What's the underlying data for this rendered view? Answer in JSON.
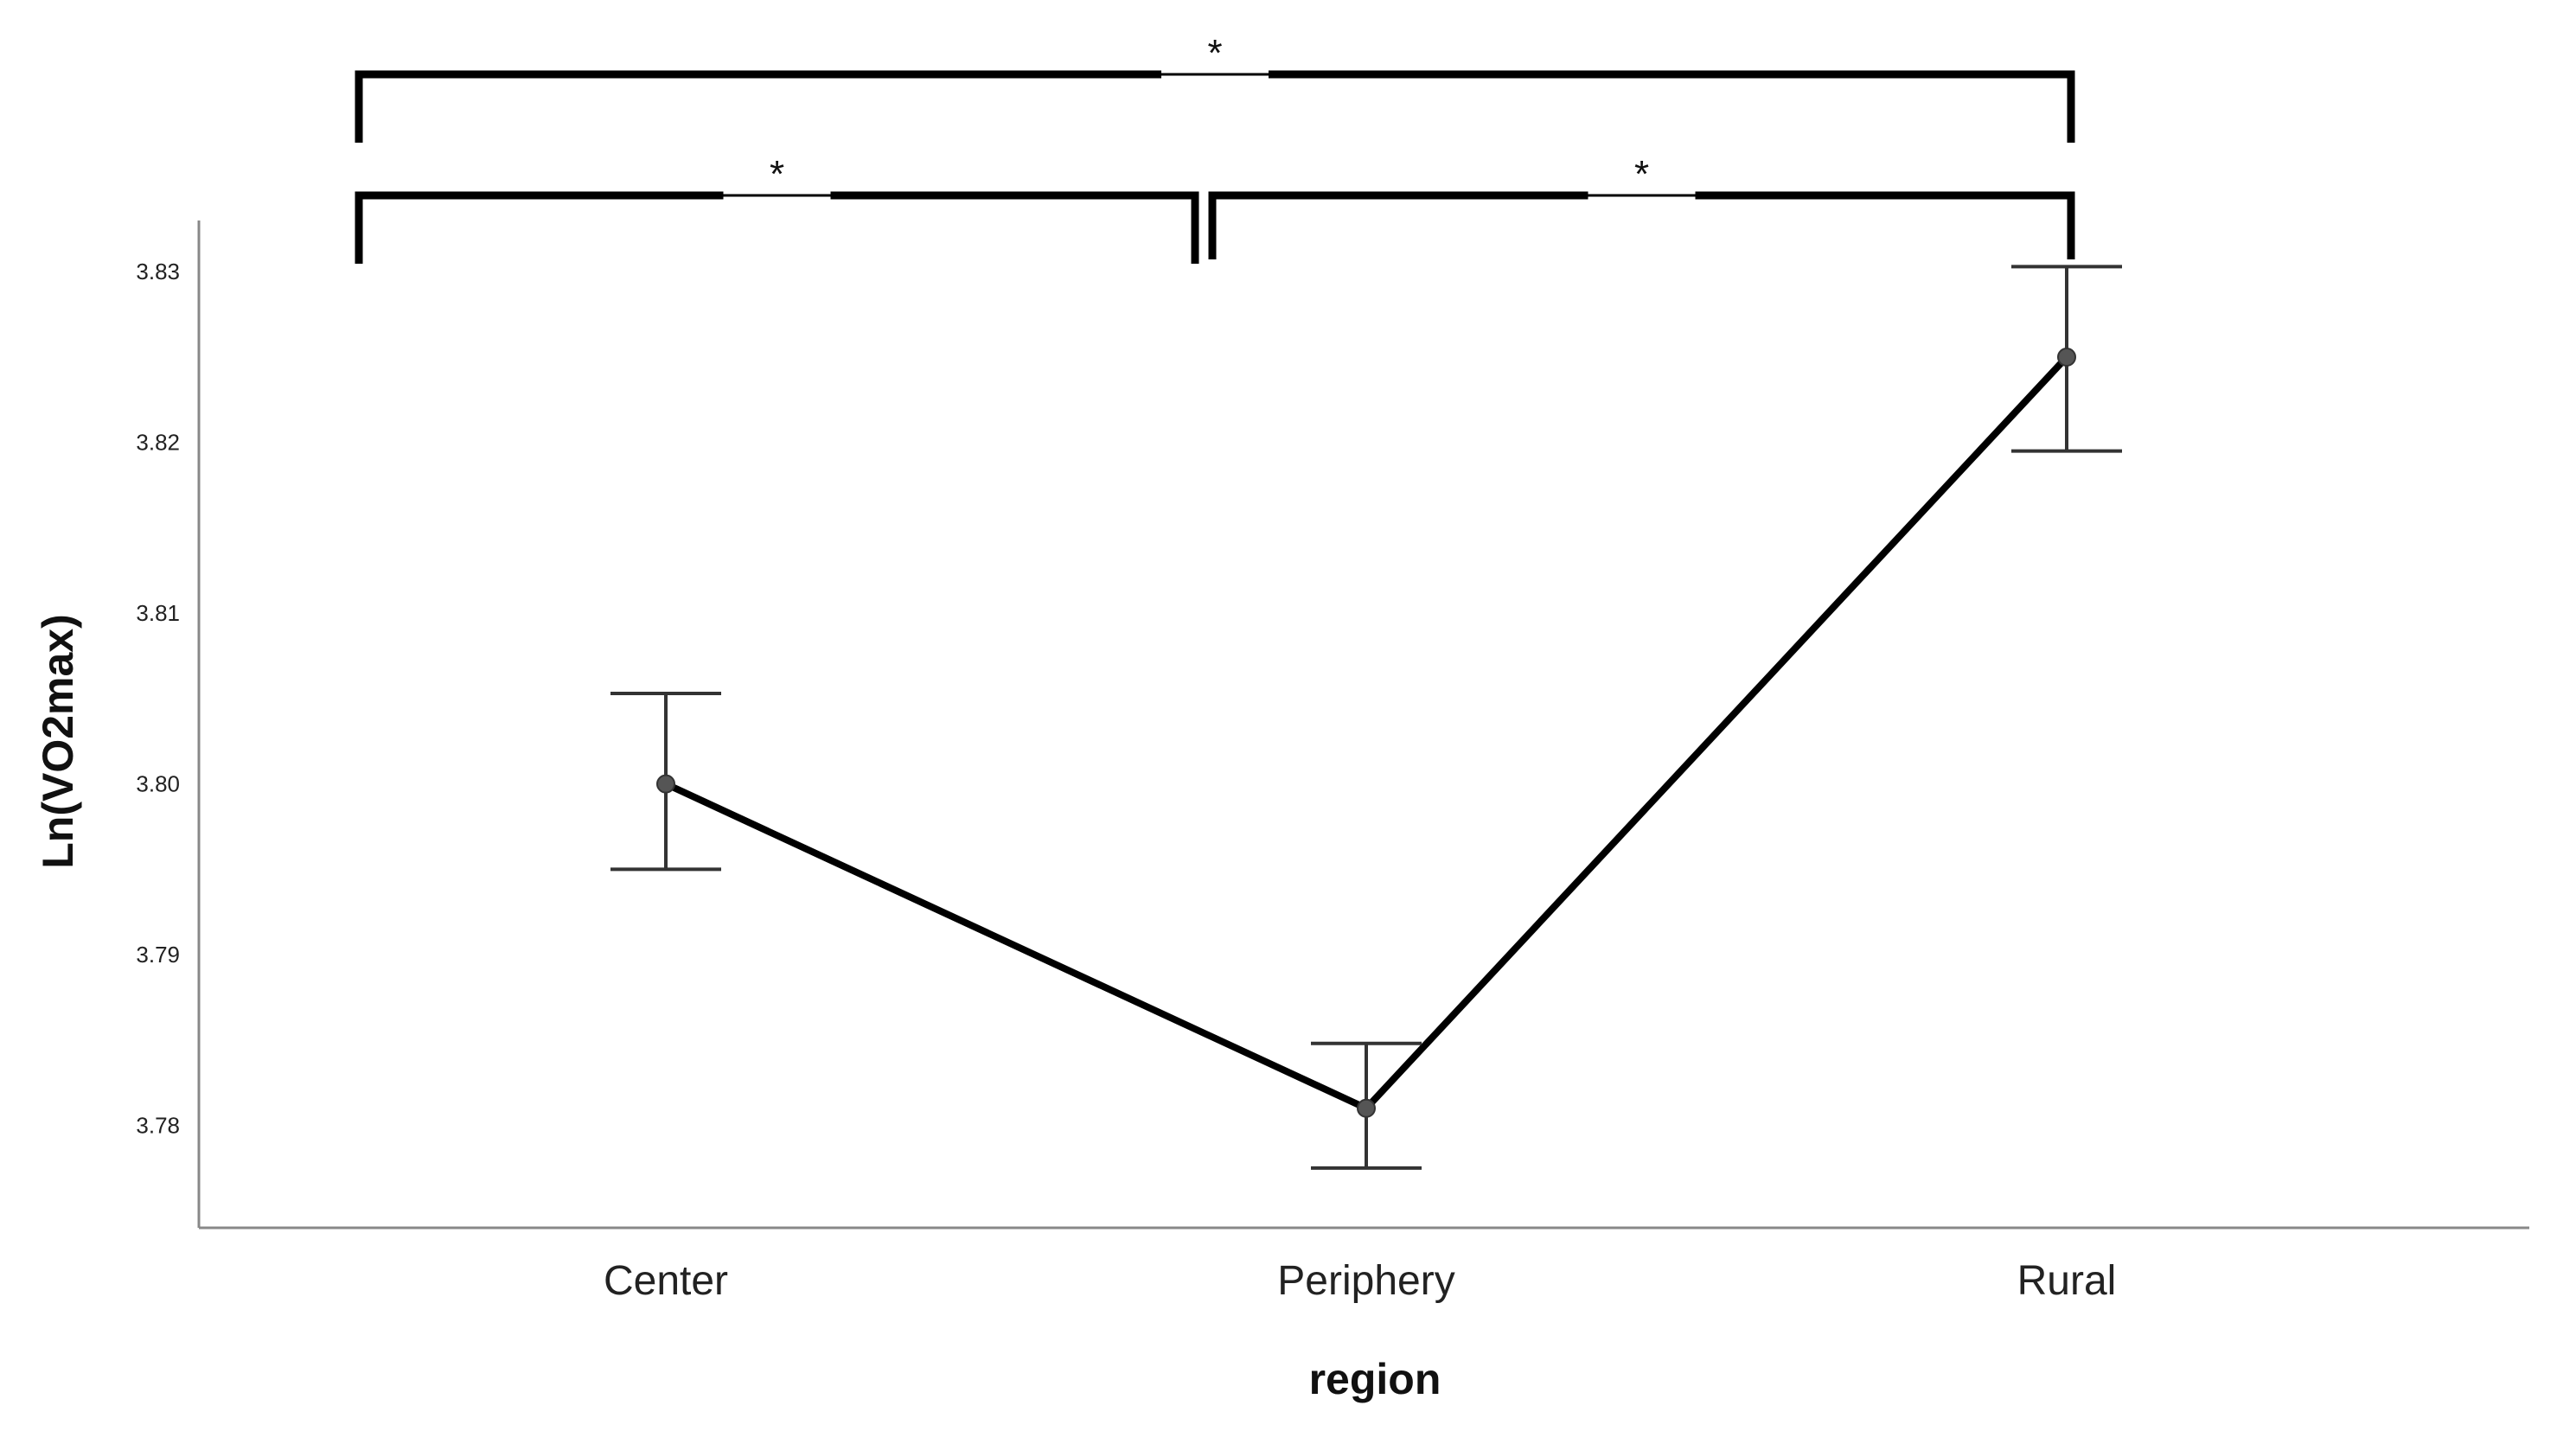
{
  "chart_data": {
    "type": "line",
    "title": "",
    "xlabel": "region",
    "ylabel": "Ln(VO2max)",
    "categories": [
      "Center",
      "Periphery",
      "Rural"
    ],
    "series": [
      {
        "values": [
          3.8,
          3.781,
          3.825
        ],
        "error_low": [
          3.795,
          3.7775,
          3.8195
        ],
        "error_high": [
          3.8053,
          3.7848,
          3.8303
        ]
      }
    ],
    "ylim": [
      3.774,
      3.833
    ],
    "yticks": [
      "3.78",
      "3.79",
      "3.80",
      "3.81",
      "3.82",
      "3.83"
    ],
    "grid": false,
    "legend": "none",
    "significance": [
      {
        "from": "Center",
        "to": "Periphery",
        "label": "*"
      },
      {
        "from": "Periphery",
        "to": "Rural",
        "label": "*"
      },
      {
        "from": "Center",
        "to": "Rural",
        "label": "*"
      }
    ],
    "colors": {
      "line": "#000000",
      "marker": "#555555",
      "error_bar": "#333333",
      "axis": "#888888"
    }
  }
}
